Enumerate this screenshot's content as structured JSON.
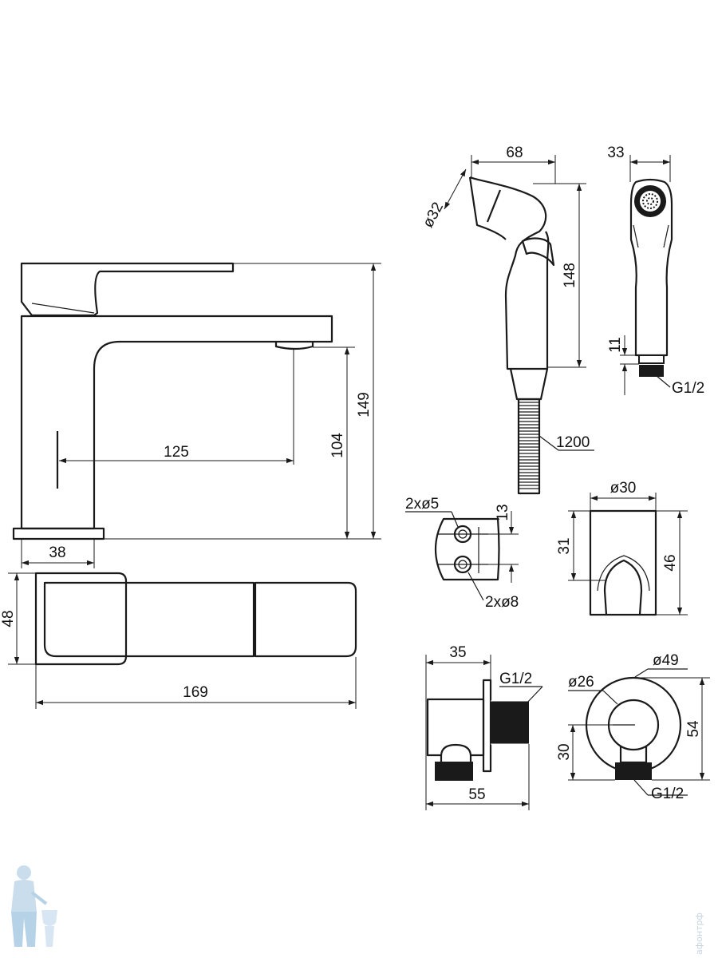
{
  "dimensions": {
    "faucet": {
      "spout_reach": "125",
      "total_height": "149",
      "spout_height": "104",
      "base_offset": "38",
      "base_width": "48",
      "total_length": "169"
    },
    "hand_shower": {
      "head_width": "68",
      "head_diameter": "ø32",
      "shower_height": "148",
      "side_width": "33",
      "thread_length": "11",
      "thread": "G1/2",
      "hose_length": "1200"
    },
    "bracket": {
      "holes_small": "2xø5",
      "holes_large": "2xø8",
      "hole_spacing": "13",
      "holder_diameter": "ø30",
      "holder_left_height": "31",
      "holder_height": "46"
    },
    "wall_outlet": {
      "depth_top": "35",
      "thread_top": "G1/2",
      "depth_bottom": "55",
      "outer_diameter": "ø49",
      "inner_diameter": "ø26",
      "center_height": "30",
      "flange_height": "54",
      "thread_bottom": "G1/2"
    }
  },
  "watermark": {
    "text": "афонтрф",
    "logo": "plumber-mascot-icon"
  }
}
